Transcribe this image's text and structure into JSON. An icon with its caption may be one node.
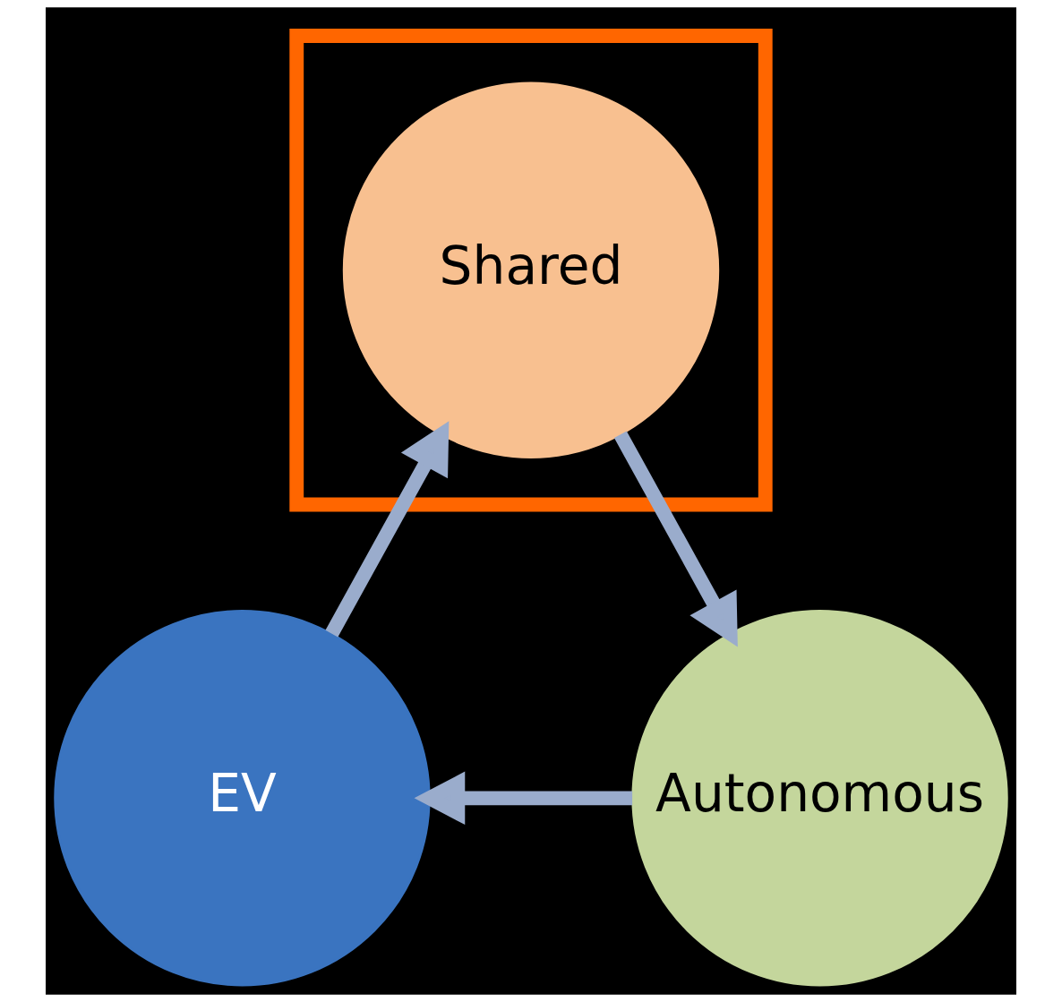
{
  "diagram": {
    "nodes": [
      {
        "text": [],
        "shape": "box"
      },
      {
        "text": [
          "Shared"
        ],
        "in": 0
      },
      {
        "text": [
          "EV"
        ]
      },
      {
        "text": [
          "Autonomous"
        ]
      }
    ],
    "edges": [
      {
        "from": 2,
        "to": 1,
        "arrow": "to"
      },
      {
        "from": 1,
        "to": 3,
        "arrow": "to"
      },
      {
        "from": 3,
        "to": 2,
        "arrow": "to"
      }
    ]
  }
}
